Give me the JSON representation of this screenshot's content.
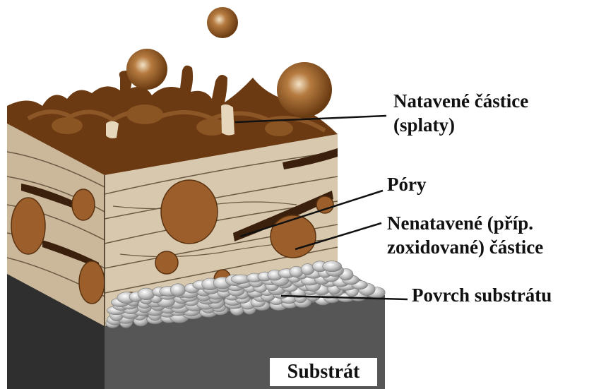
{
  "labels": {
    "splats": "Natavené částice\n(splaty)",
    "pores": "Póry",
    "unmelted": "Nenatavené (příp.\nzoxidované) částice",
    "substrate_surface": "Povrch substrátu",
    "substrate": "Substrát"
  },
  "colors": {
    "splat_dark": "#6b3a12",
    "splat_mid": "#8a5423",
    "coating_light": "#d8c8ad",
    "coating_side": "#cbb89a",
    "pore": "#3a200d",
    "particle": "#9c5f2c",
    "substrate_front": "#555555",
    "substrate_dark": "#2e2e2e",
    "grit": "#b9b9b9"
  }
}
